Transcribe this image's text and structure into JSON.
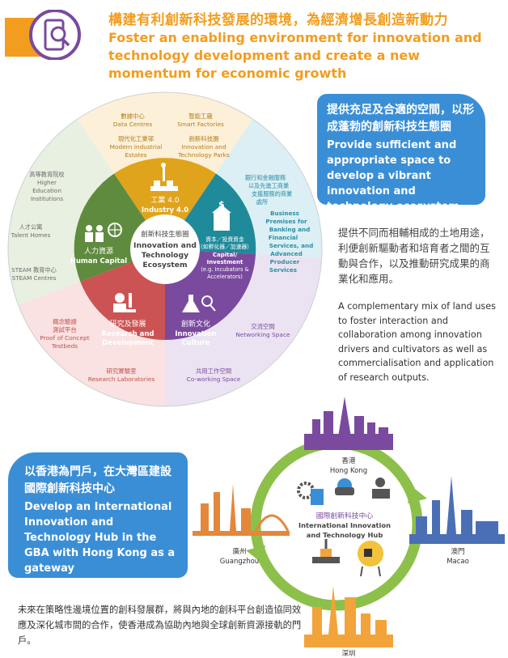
{
  "header": {
    "title_zh": "構建有利創新科技發展的環境，為經濟增長創造新動力",
    "title_en": "Foster an enabling environment for innovation and technology development and create a new momentum for economic growth"
  },
  "colors": {
    "orange": "#f29d1e",
    "blue": "#3a8ed6",
    "purple": "#7a4a9e"
  },
  "right_box": {
    "zh": "提供充足及合適的空間，以形成蓬勃的創新科技生態圈",
    "en": "Provide sufficient and appropriate space to develop a vibrant innovation and technology ecosystem"
  },
  "right_para": {
    "zh": "提供不同而相輔相成的土地用途，利便創新驅動者和培育者之間的互動與合作，以及推動研究成果的商業化和應用。",
    "en": "A complementary mix of land uses to foster interaction and collaboration among innovation drivers and cultivators as well as commercialisation and application of research outputs."
  },
  "wheel": {
    "center": {
      "zh": "創新科技生態圈",
      "en1": "Innovation and",
      "en2": "Technology",
      "en3": "Ecosystem"
    },
    "industry": {
      "zh": "工業 4.0",
      "en": "Industry 4.0"
    },
    "capital": {
      "zh": "資本／投資資金",
      "zh2": "（如孵化器／加速器）",
      "en1": "Capital/",
      "en2": "Investment",
      "en3": "(e.g. Incubators &",
      "en4": "Accelerators)"
    },
    "culture": {
      "zh": "創新文化",
      "en1": "Innovation",
      "en2": "Culture"
    },
    "research": {
      "zh": "研究及發展",
      "en1": "Research and",
      "en2": "Development"
    },
    "human": {
      "zh": "人力資源",
      "en": "Human Capital"
    },
    "outer": {
      "data_zh": "數據中心",
      "data_en": "Data Centres",
      "smart_zh": "智能工廠",
      "smart_en": "Smart Factories",
      "mod_zh": "現代化工業邨",
      "mod_en1": "Modern Industrial",
      "mod_en2": "Estates",
      "itp_zh": "創新科技園",
      "itp_en1": "Innovation and",
      "itp_en2": "Technology Parks",
      "bank_zh1": "銀行和金融服務",
      "bank_zh2": "以及先進工商業",
      "bank_zh3": "支援服務的商業",
      "bank_zh4": "處所",
      "bank_en1": "Business",
      "bank_en2": "Premises for",
      "bank_en3": "Banking and",
      "bank_en4": "Financial",
      "bank_en5": "Services, and",
      "bank_en6": "Advanced",
      "bank_en7": "Producer",
      "bank_en8": "Services",
      "net_zh": "交流空間",
      "net_en": "Networking Space",
      "cow_zh": "共用工作空間",
      "cow_en": "Co-working Space",
      "lab_zh": "研究實驗室",
      "lab_en": "Research Laboratories",
      "poc_zh1": "概念驗證",
      "poc_zh2": "測試平台",
      "poc_en1": "Proof of Concept",
      "poc_en2": "Testbeds",
      "steam_zh": "STEAM 教育中心",
      "steam_en": "STEAM Centres",
      "talent_zh": "人才公寓",
      "talent_en": "Talent Homes",
      "hei_zh": "高等教育院校",
      "hei_en1": "Higher",
      "hei_en2": "Education",
      "hei_en3": "Institutions"
    }
  },
  "left_box": {
    "zh": "以香港為門戶，在大灣區建設國際創新科技中心",
    "en": "Develop an International Innovation and Technology Hub in the GBA with Hong Kong as a gateway"
  },
  "gba": {
    "hk_zh": "香港",
    "hk_en": "Hong Kong",
    "gz_zh": "廣州",
    "gz_en": "Guangzhou",
    "mo_zh": "澳門",
    "mo_en": "Macao",
    "sz_zh": "深圳",
    "hub_zh": "國際創新科技中心",
    "hub_en1": "International Innovation",
    "hub_en2": "and Technology Hub"
  },
  "bottom_text": "未來在策略性邊境位置的創科發展群，將與內地的創科平台創造協同效應及深化城市間的合作，使香港成為協助內地與全球創新資源接軌的門戶。"
}
